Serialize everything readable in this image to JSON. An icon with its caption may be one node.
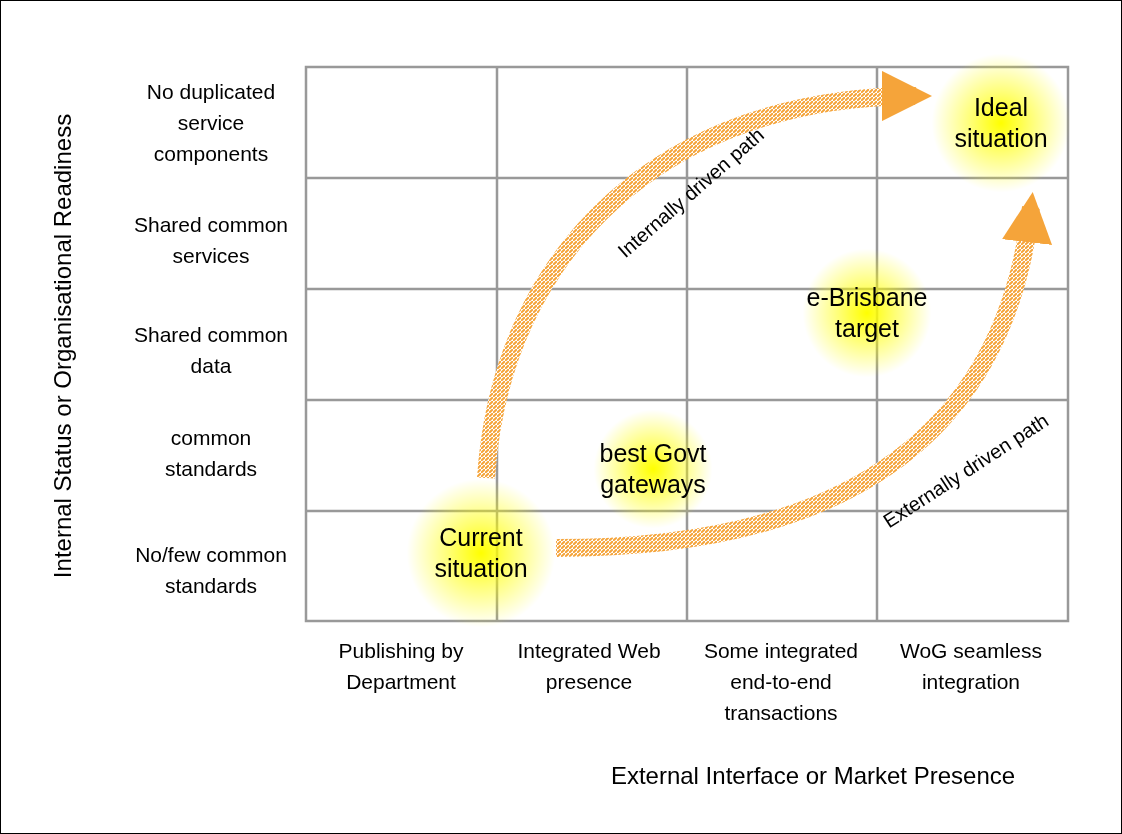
{
  "diagram": {
    "nodes": [
      {
        "text": [
          "Current situation"
        ]
      },
      {
        "text": [
          "best Govt gateways"
        ]
      },
      {
        "text": [
          "e-Brisbane target"
        ]
      },
      {
        "text": [
          "Ideal situation"
        ]
      }
    ],
    "edges": [
      {
        "from": 0,
        "to": 3,
        "arrow": "to",
        "label": "Internally driven path",
        "style": "thick",
        "color": "#f5a43a"
      },
      {
        "from": 0,
        "to": 3,
        "arrow": "to",
        "label": "Externally driven path",
        "style": "thick",
        "color": "#f5a43a"
      }
    ],
    "labels": [
      "Internal Status or Organisational Readiness",
      "No duplicated service components",
      "Shared common services",
      "Shared common data",
      "common standards",
      "No/few common standards",
      "Publishing by Department",
      "Integrated Web presence",
      "Some integrated end-to-end transactions",
      "WoG seamless integration",
      "External Interface or Market Presence"
    ]
  }
}
